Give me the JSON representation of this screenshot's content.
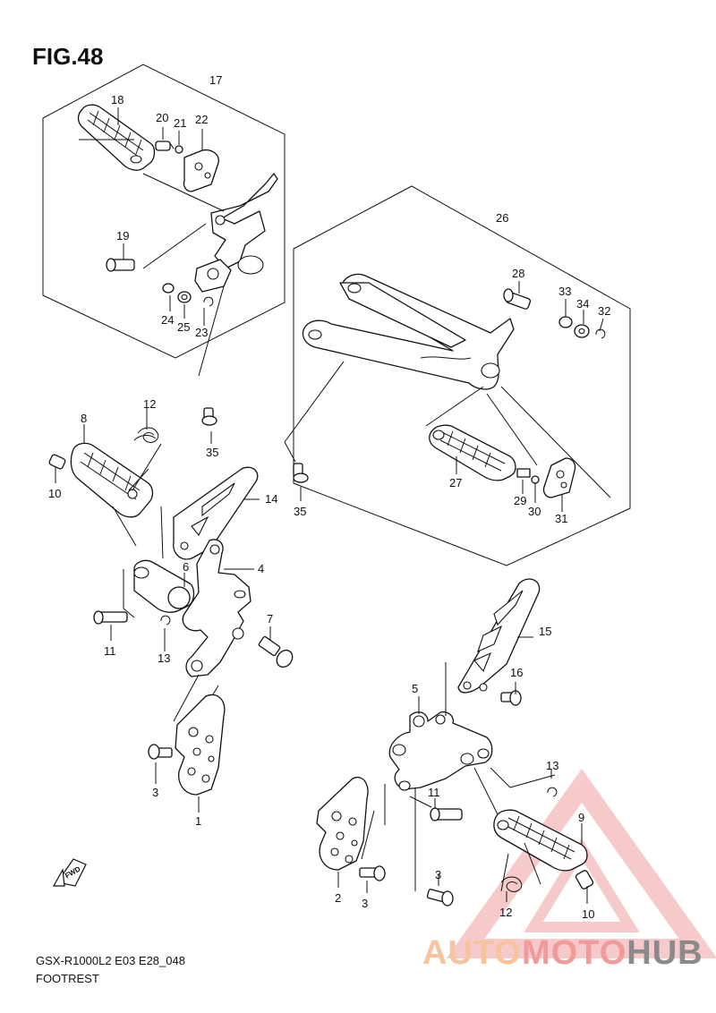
{
  "figure": {
    "title": "FIG.48",
    "model_code": "GSX-R1000L2 E03 E28_048",
    "section": "FOOTREST"
  },
  "fwd_badge": "FWD",
  "watermark": {
    "part1": "AUTO",
    "part2": "MOTO",
    "part3": "HUB"
  },
  "callouts": {
    "c1": "1",
    "c2": "2",
    "c3a": "3",
    "c3b": "3",
    "c3c": "3",
    "c4": "4",
    "c5": "5",
    "c6": "6",
    "c7": "7",
    "c8": "8",
    "c9": "9",
    "c10a": "10",
    "c10b": "10",
    "c11a": "11",
    "c11b": "11",
    "c12a": "12",
    "c12b": "12",
    "c13a": "13",
    "c13b": "13",
    "c14": "14",
    "c15": "15",
    "c16": "16",
    "c17": "17",
    "c18": "18",
    "c19": "19",
    "c20": "20",
    "c21": "21",
    "c22": "22",
    "c23": "23",
    "c24": "24",
    "c25": "25",
    "c26": "26",
    "c27": "27",
    "c28": "28",
    "c29": "29",
    "c30": "30",
    "c31": "31",
    "c32": "32",
    "c33": "33",
    "c34": "34",
    "c35a": "35",
    "c35b": "35"
  },
  "colors": {
    "line": "#111111",
    "watermark_triangle": "#f0a0a0"
  }
}
